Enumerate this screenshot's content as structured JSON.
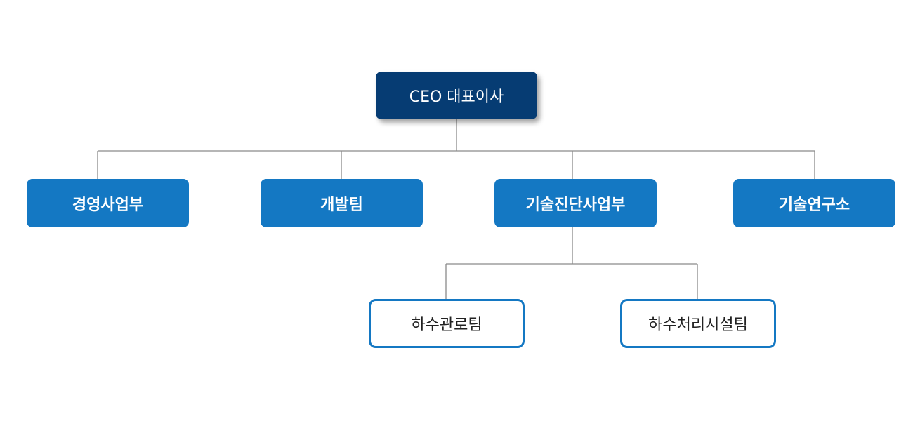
{
  "org_chart": {
    "ceo": {
      "label": "CEO 대표이사"
    },
    "departments": [
      {
        "label": "경영사업부"
      },
      {
        "label": "개발팀"
      },
      {
        "label": "기술진단사업부"
      },
      {
        "label": "기술연구소"
      }
    ],
    "teams": [
      {
        "label": "하수관로팀"
      },
      {
        "label": "하수처리시설팀"
      }
    ],
    "colors": {
      "ceo_fill": "#063c73",
      "department_fill": "#1478c3",
      "team_border": "#1478c3",
      "connector_line": "#8a8a8a"
    }
  }
}
